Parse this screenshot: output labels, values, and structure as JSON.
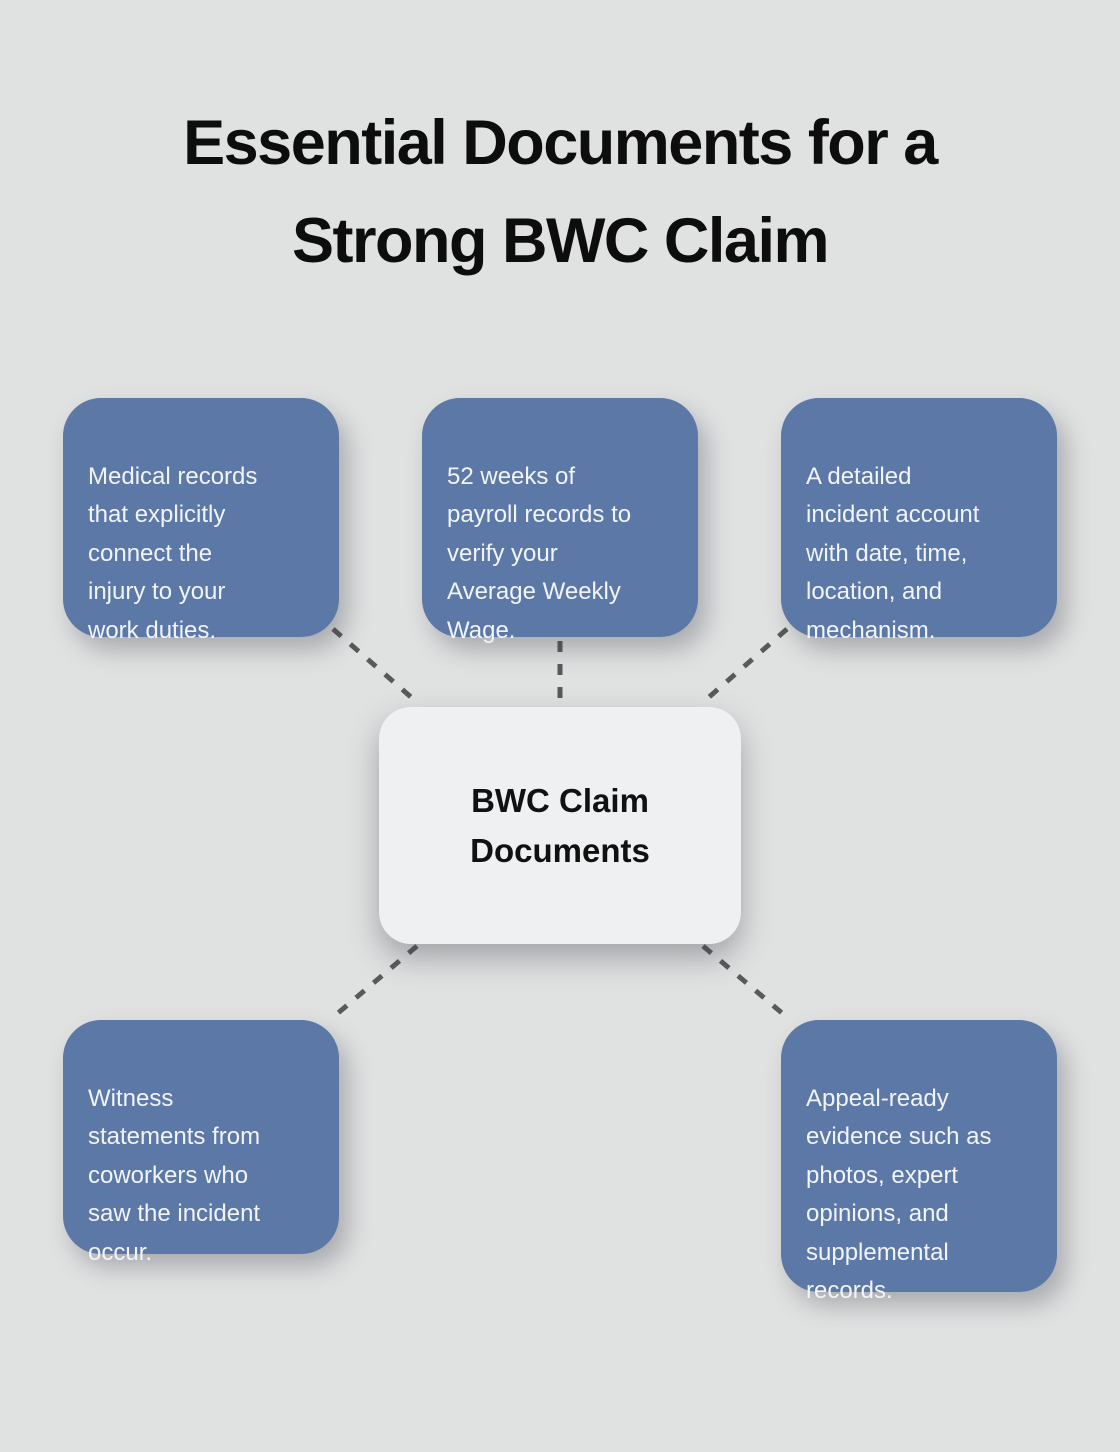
{
  "title": "Essential Documents for a\nStrong BWC Claim",
  "center": {
    "label": "BWC Claim\nDocuments"
  },
  "nodes": [
    {
      "id": "medical-records",
      "text": "Medical records\nthat explicitly\nconnect the\ninjury to your\nwork duties."
    },
    {
      "id": "payroll-records",
      "text": "52 weeks of\npayroll records to\nverify your\nAverage Weekly\nWage."
    },
    {
      "id": "incident-account",
      "text": "A detailed\nincident account\nwith date, time,\nlocation, and\nmechanism."
    },
    {
      "id": "witness-statements",
      "text": "Witness\nstatements from\ncoworkers who\nsaw the incident\noccur."
    },
    {
      "id": "appeal-evidence",
      "text": "Appeal-ready\nevidence such as\nphotos, expert\nopinions, and\nsupplemental\nrecords."
    }
  ],
  "colors": {
    "background": "#E0E1E1",
    "node_fill": "#5C78A7",
    "node_text": "#F1F4F8",
    "center_fill": "#EFF0F2",
    "center_text": "#111111",
    "title_text": "#0D0D0D",
    "connector": "#58595B"
  }
}
